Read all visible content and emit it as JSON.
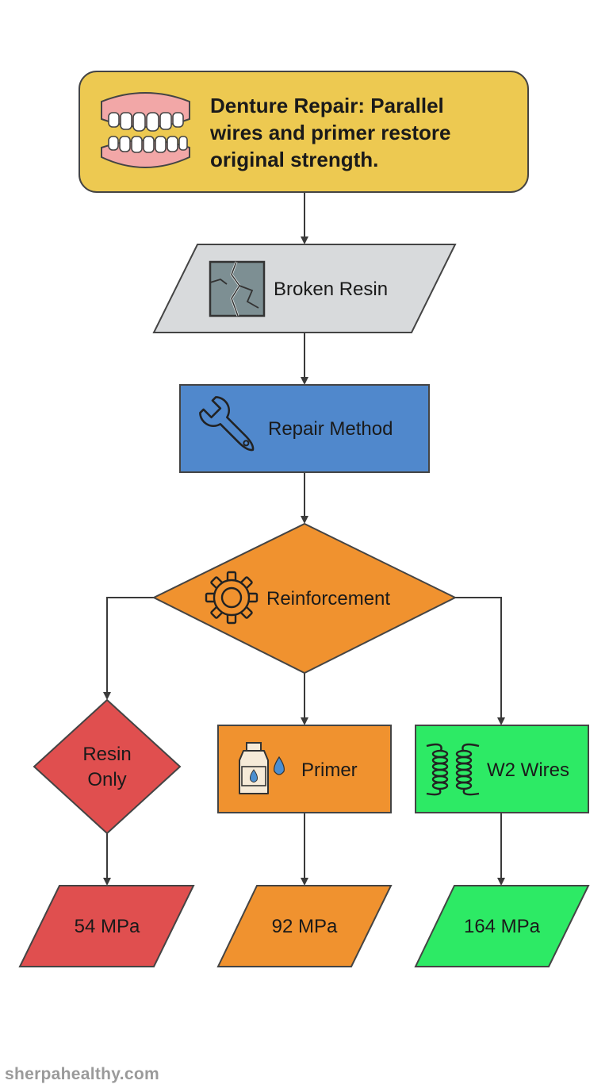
{
  "title": {
    "line1": "Denture Repair: Parallel",
    "line2": "wires and primer restore",
    "line3": "original strength."
  },
  "nodes": {
    "broken_resin": "Broken Resin",
    "repair_method": "Repair Method",
    "reinforcement": "Reinforcement",
    "resin_only_line1": "Resin",
    "resin_only_line2": "Only",
    "primer": "Primer",
    "w2_wires": "W2 Wires"
  },
  "results": {
    "resin_only": "54 MPa",
    "primer": "92 MPa",
    "w2_wires": "164 MPa"
  },
  "colors": {
    "title_box": "#edc951",
    "broken_resin": "#d8dadc",
    "repair_method": "#5088cc",
    "reinforcement": "#f0922f",
    "resin_only": "#e04f4f",
    "primer": "#f0922f",
    "w2_wires": "#2dea65"
  },
  "icons": {
    "title": "dentures-icon",
    "broken_resin": "cracked-resin-icon",
    "repair_method": "wrench-icon",
    "reinforcement": "gear-icon",
    "primer": "bottle-drop-icon",
    "w2_wires": "coil-wires-icon"
  },
  "footer": "sherpahealthy.com"
}
